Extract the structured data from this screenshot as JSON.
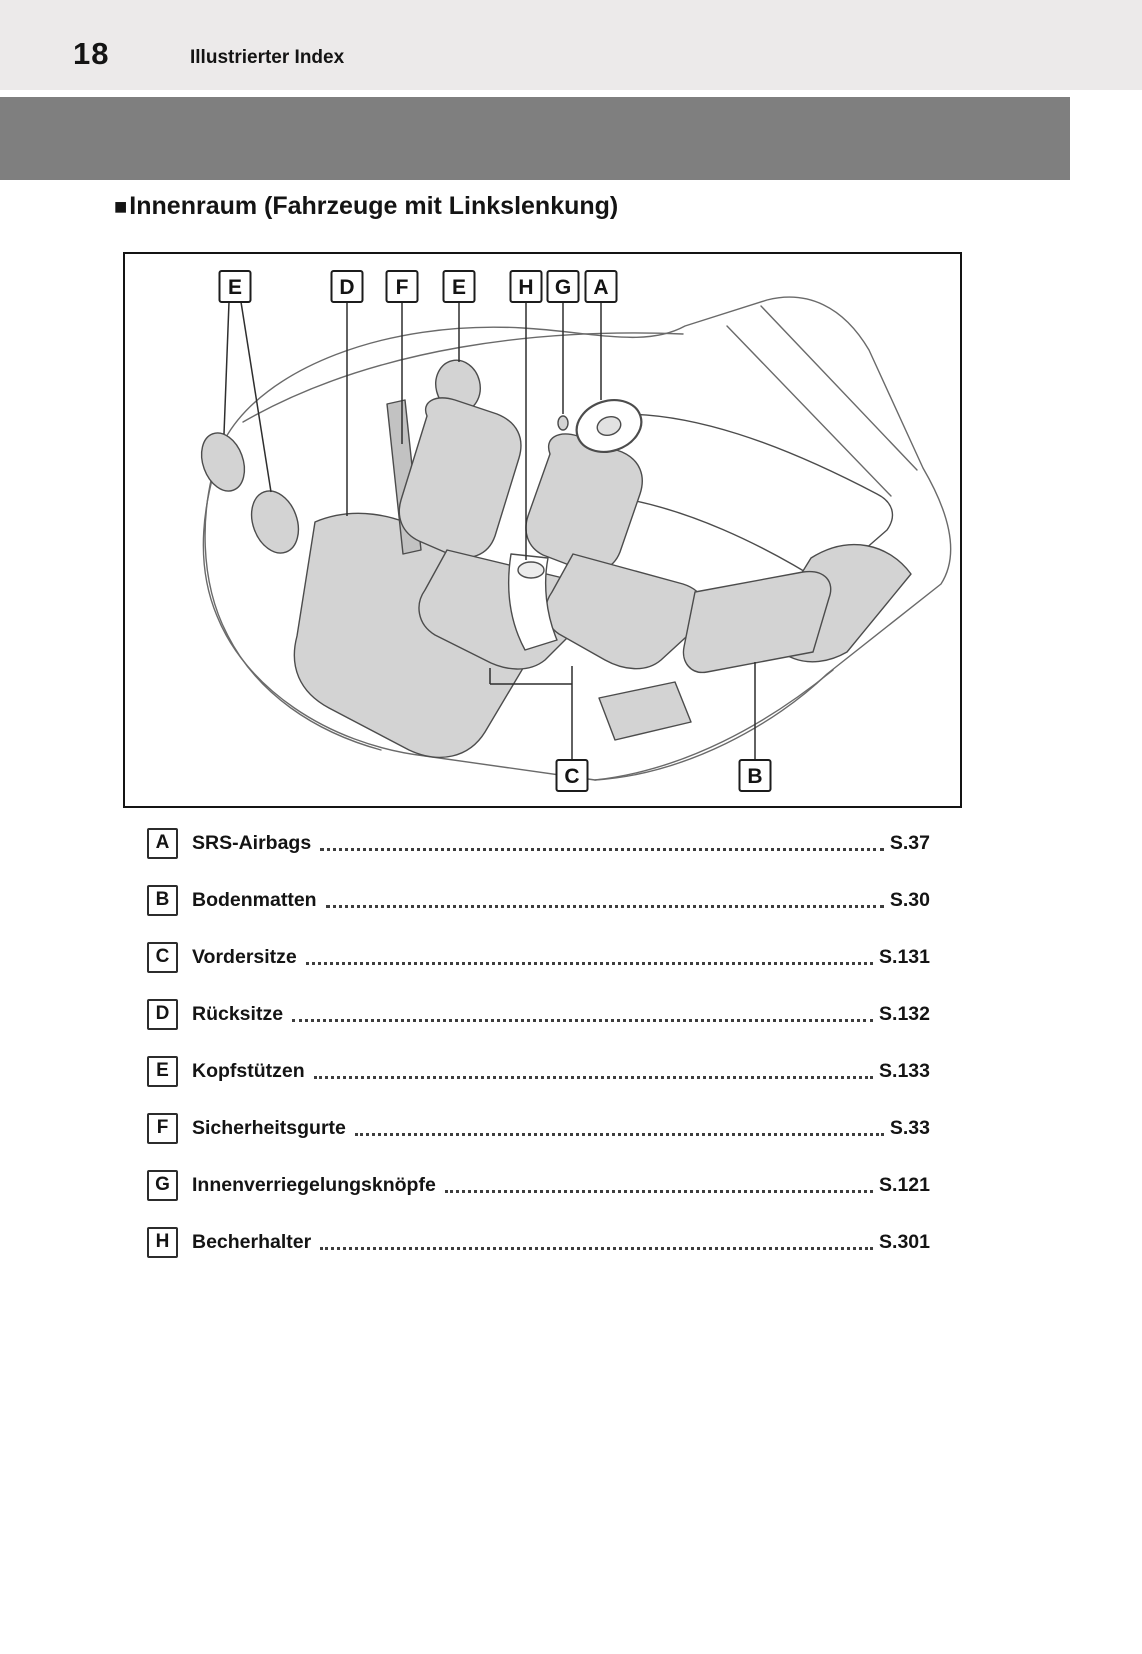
{
  "page": {
    "number": "18",
    "header_title": "Illustrierter Index",
    "section_bullet": "■",
    "section_title": "Innenraum (Fahrzeuge mit Linkslenkung)"
  },
  "figure": {
    "top_callouts": [
      "E",
      "D",
      "F",
      "E",
      "H",
      "G",
      "A"
    ],
    "bottom_callouts": [
      "C",
      "B"
    ]
  },
  "index_items": [
    {
      "key": "A",
      "label": "SRS-Airbags",
      "page": "S.37"
    },
    {
      "key": "B",
      "label": "Bodenmatten",
      "page": "S.30"
    },
    {
      "key": "C",
      "label": "Vordersitze",
      "page": "S.131"
    },
    {
      "key": "D",
      "label": "Rücksitze",
      "page": "S.132"
    },
    {
      "key": "E",
      "label": "Kopfstützen",
      "page": "S.133"
    },
    {
      "key": "F",
      "label": "Sicherheitsgurte",
      "page": "S.33"
    },
    {
      "key": "G",
      "label": "Innenverriegelungsknöpfe",
      "page": "S.121"
    },
    {
      "key": "H",
      "label": "Becherhalter",
      "page": "S.301"
    }
  ],
  "colors": {
    "banner_gray": "#7f7f7f",
    "header_band_gray": "#eceaea",
    "seat_fill_gray": "#d3d3d3"
  }
}
